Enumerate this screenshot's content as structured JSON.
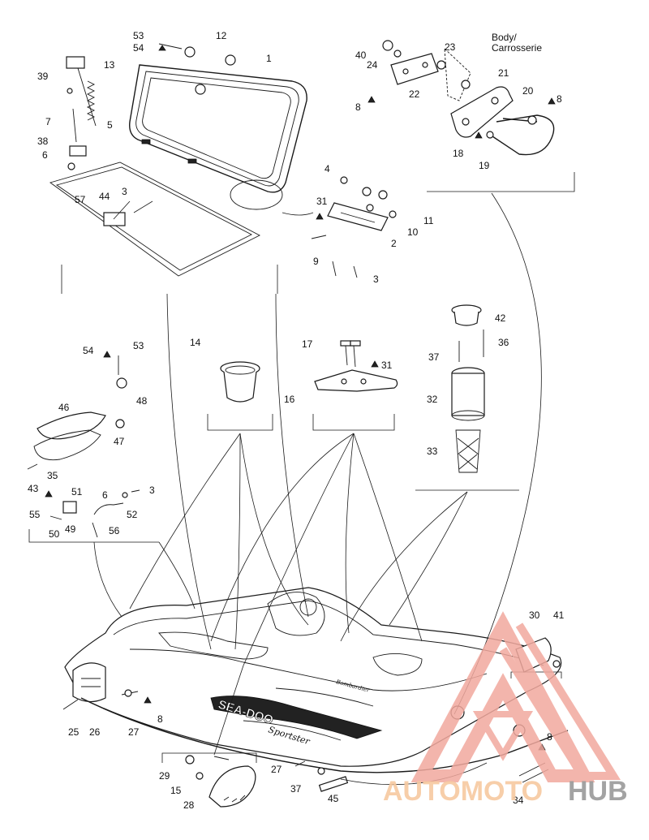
{
  "diagram": {
    "body_label_line1": "Body/",
    "body_label_line2": "Carrosserie",
    "hull_text": "SEA-DOO",
    "hull_script": "Sportster",
    "brand_small": "Bombardier",
    "callouts": {
      "c1": "1",
      "c2": "2",
      "c3a": "3",
      "c3b": "3",
      "c3c": "3",
      "c4": "4",
      "c5": "5",
      "c6a": "6",
      "c6b": "6",
      "c7": "7",
      "c8a": "8",
      "c8b": "8",
      "c8c": "8",
      "c8d": "8",
      "c9": "9",
      "c10": "10",
      "c11": "11",
      "c12": "12",
      "c13": "13",
      "c14": "14",
      "c15": "15",
      "c16": "16",
      "c17": "17",
      "c18": "18",
      "c19": "19",
      "c20": "20",
      "c21": "21",
      "c22": "22",
      "c23": "23",
      "c24": "24",
      "c25": "25",
      "c26": "26",
      "c27a": "27",
      "c27b": "27",
      "c28": "28",
      "c29": "29",
      "c30": "30",
      "c31a": "31",
      "c31b": "31",
      "c32": "32",
      "c33": "33",
      "c34": "34",
      "c35": "35",
      "c36": "36",
      "c37a": "37",
      "c37b": "37",
      "c38": "38",
      "c39": "39",
      "c40": "40",
      "c41": "41",
      "c42": "42",
      "c43": "43",
      "c44": "44",
      "c45": "45",
      "c46": "46",
      "c47": "47",
      "c48": "48",
      "c49": "49",
      "c50": "50",
      "c51": "51",
      "c52": "52",
      "c53a": "53",
      "c53b": "53",
      "c54a": "54",
      "c54b": "54",
      "c55": "55",
      "c56": "56",
      "c57": "57"
    }
  },
  "watermark": {
    "text_a": "AUTOMOTO",
    "text_b": "HUB",
    "color_primary": "#f2a99e",
    "color_secondary": "#f7c9a0",
    "color_tail": "#9a9a9a"
  }
}
